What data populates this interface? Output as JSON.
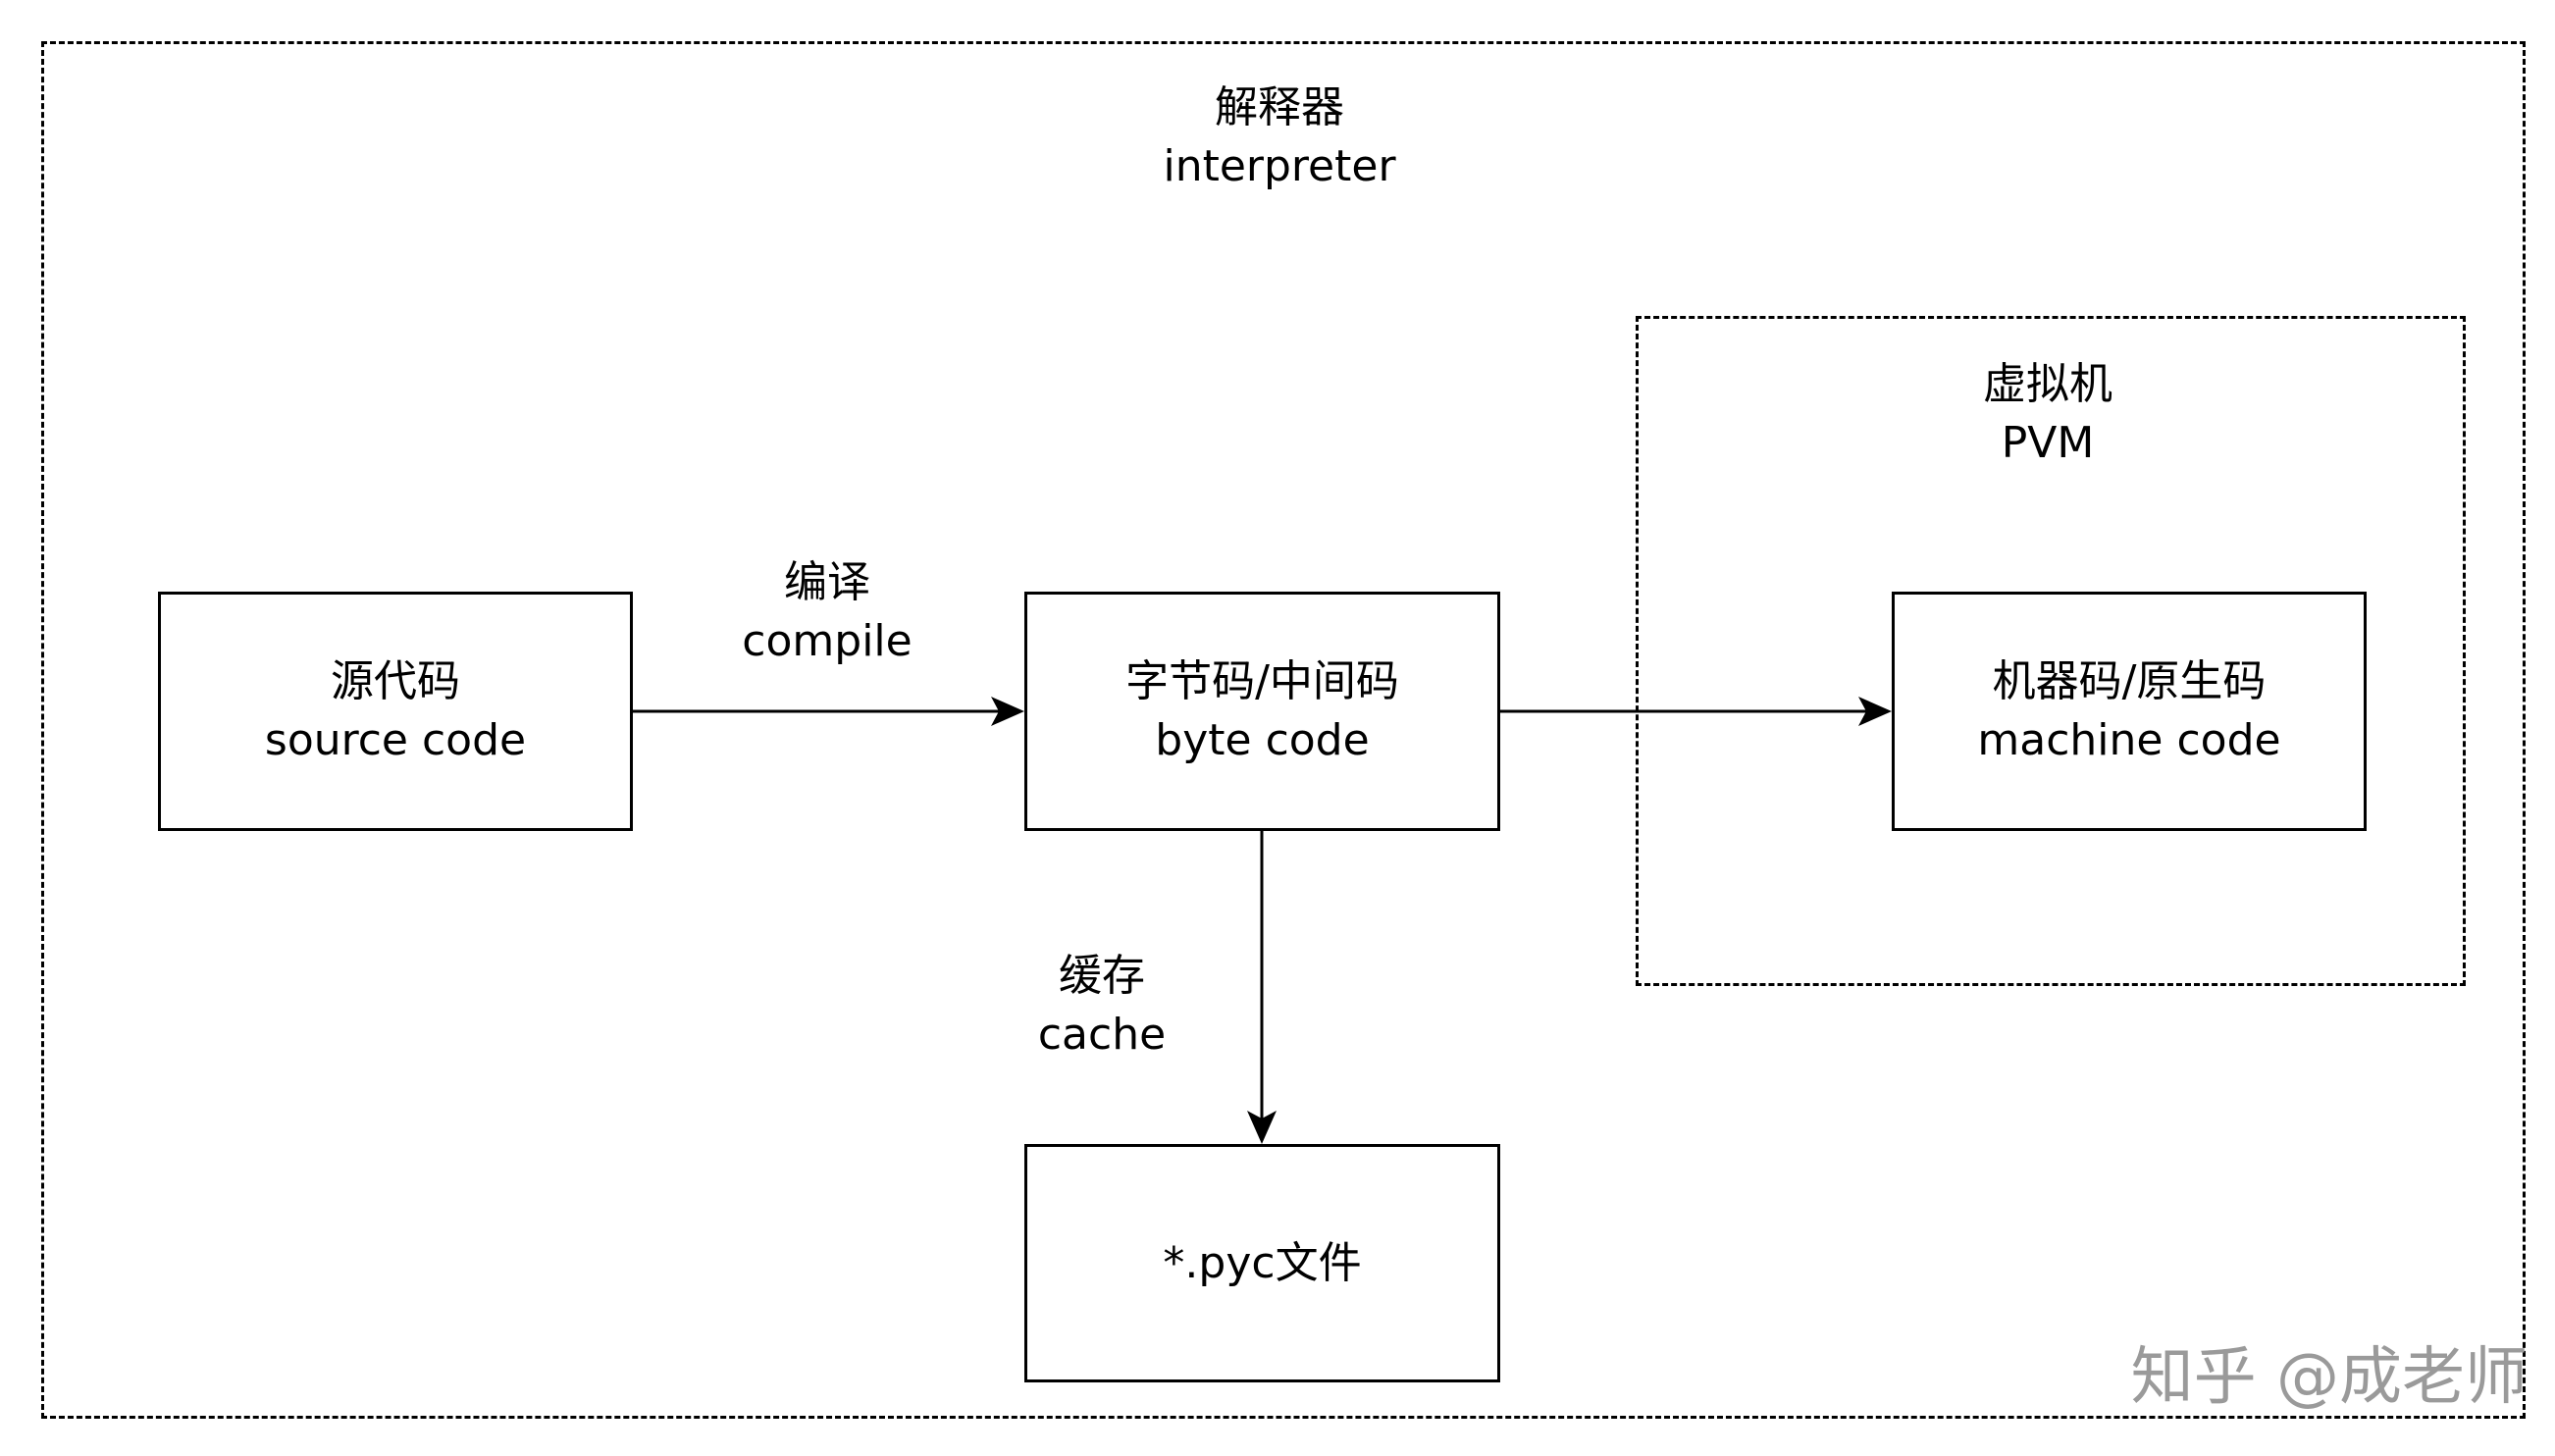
{
  "regions": {
    "interpreter": {
      "zh": "解释器",
      "en": "interpreter"
    },
    "vm": {
      "zh": "虚拟机",
      "en": "PVM"
    }
  },
  "nodes": {
    "source": {
      "zh": "源代码",
      "en": "source code"
    },
    "bytecode": {
      "zh": "字节码/中间码",
      "en": "byte code"
    },
    "machine": {
      "zh": "机器码/原生码",
      "en": "machine code"
    },
    "pyc": {
      "text": "*.pyc文件"
    }
  },
  "edges": {
    "compile": {
      "zh": "编译",
      "en": "compile"
    },
    "cache": {
      "zh": "缓存",
      "en": "cache"
    }
  },
  "watermark": "知乎 @成老师"
}
